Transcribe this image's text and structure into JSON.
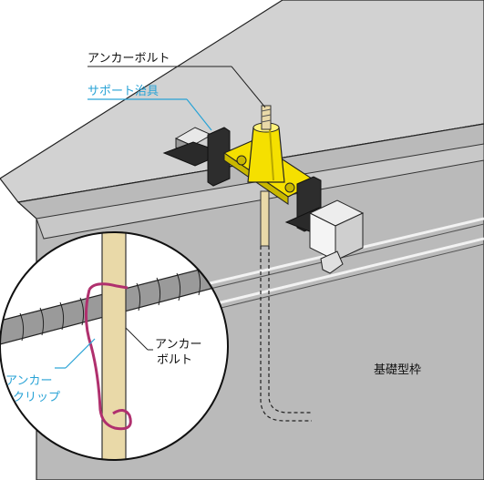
{
  "labels": {
    "anchor_bolt_top": "アンカーボルト",
    "support_jig": "サポート治具",
    "anchor_bolt_inset_line1": "アンカー",
    "anchor_bolt_inset_line2": "ボルト",
    "anchor_clip_line1": "アンカー",
    "anchor_clip_line2": "クリップ",
    "foundation_form": "基礎型枠"
  },
  "colors": {
    "callout_accent": "#29a3d6",
    "bolt_yellow": "#f5e000",
    "rebar_grey": "#9a9a9a",
    "form_top": "#d4d4d4",
    "form_face": "#b8b8b8",
    "rod_tan": "#e9d9a8",
    "clip_magenta": "#b0306e"
  }
}
